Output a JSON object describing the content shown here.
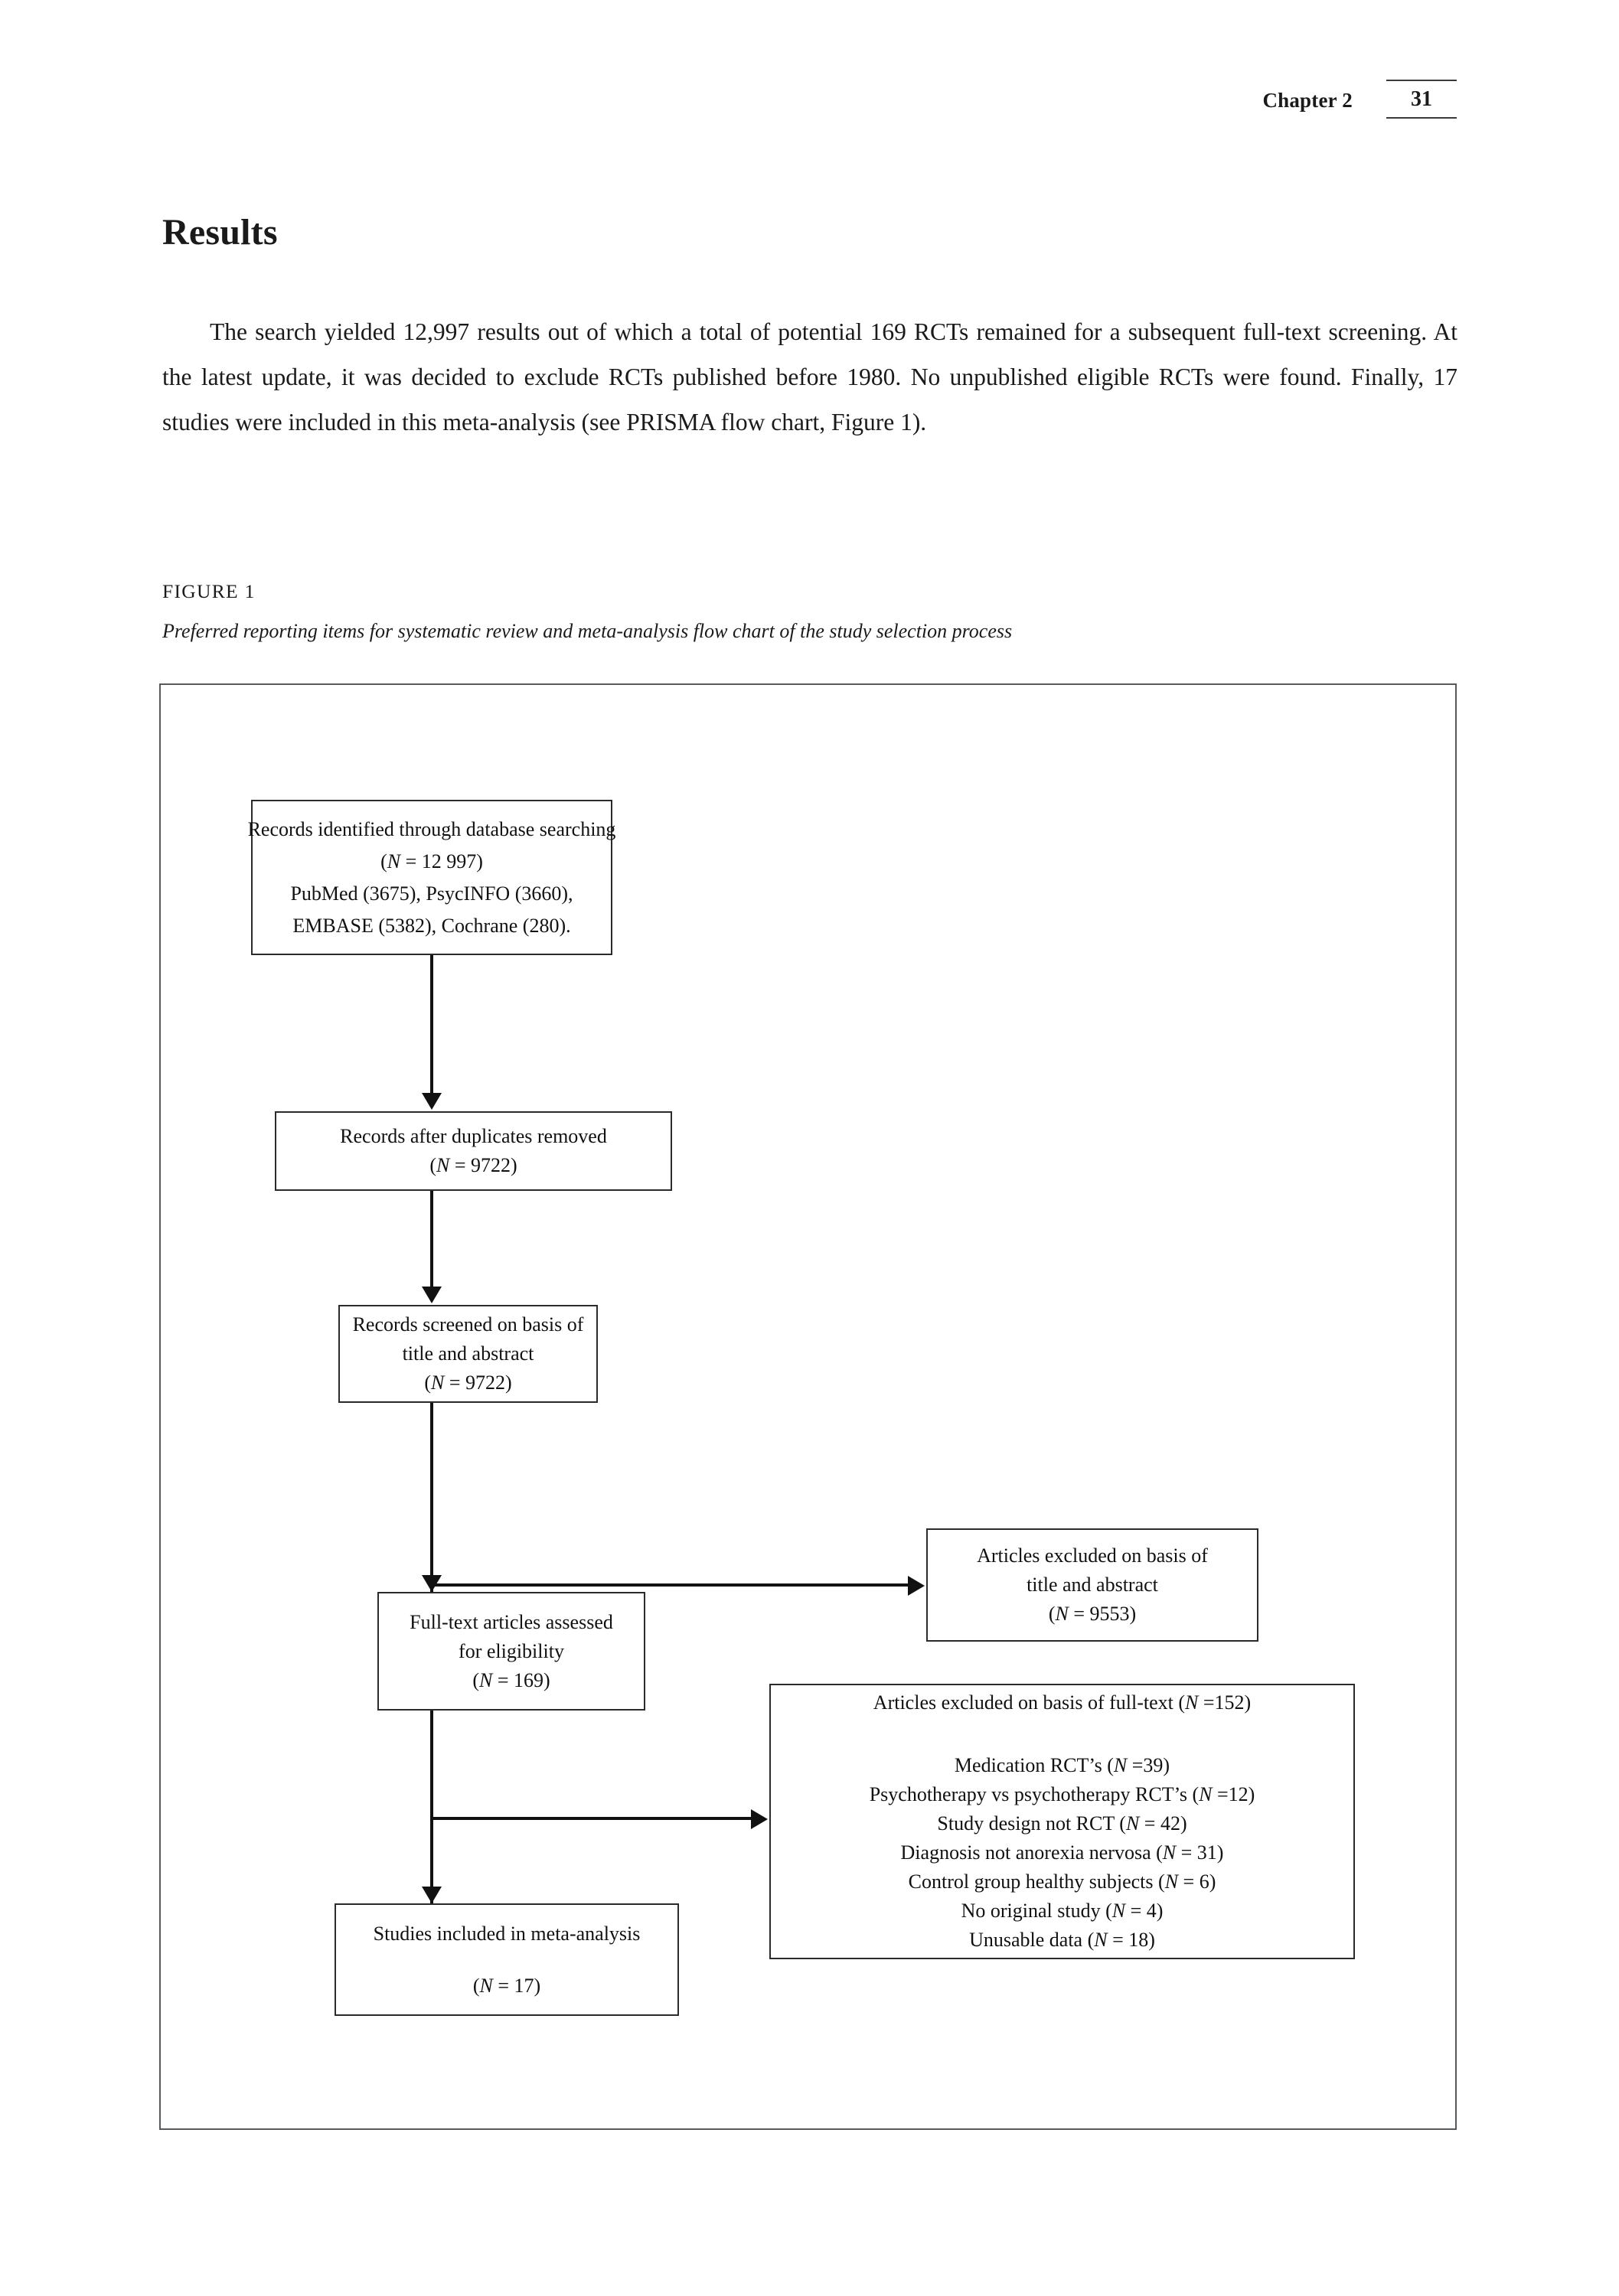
{
  "running_head": {
    "chapter": "Chapter 2",
    "page_number": "31"
  },
  "section": {
    "heading": "Results",
    "paragraph": "The search yielded 12,997 results out of which a total of potential 169 RCTs remained for a subsequent full-text screening. At the latest update, it was decided to exclude RCTs published before 1980. No unpublished eligible RCTs were found. Finally, 17 studies were included in this meta-analysis (see PRISMA flow chart, Figure 1)."
  },
  "figure": {
    "label": "FIGURE 1",
    "caption": "Preferred reporting items for systematic review and meta-analysis flow chart of the study selection process",
    "boxes": {
      "identified": {
        "line1": "Records identified through database searching",
        "line2_prefix": "(",
        "line2_italic": "N",
        "line2_suffix": " = 12 997)",
        "line3": "PubMed (3675), PsycINFO (3660),",
        "line4": "EMBASE (5382), Cochrane (280)."
      },
      "duplicates": {
        "line1": "Records after duplicates removed",
        "line2_prefix": "(",
        "line2_italic": "N",
        "line2_suffix": " = 9722)"
      },
      "screened": {
        "line1": "Records screened on basis of",
        "line2": "title and abstract",
        "line3_prefix": "(",
        "line3_italic": "N",
        "line3_suffix": " = 9722)"
      },
      "excluded_title": {
        "line1": "Articles excluded on basis of",
        "line2": "title and abstract",
        "line3_prefix": "(",
        "line3_italic": "N",
        "line3_suffix": " = 9553)"
      },
      "fulltext": {
        "line1": "Full-text articles assessed",
        "line2": "for eligibility",
        "line3_prefix": "(",
        "line3_italic": "N",
        "line3_suffix": " = 169)"
      },
      "excluded_fulltext": {
        "header_text": "Articles excluded on basis of full-text (",
        "header_italic": "N",
        "header_suffix": " =152)",
        "reasons": [
          {
            "label": "Medication RCT’s  (",
            "italic": "N",
            "suffix": " =39)"
          },
          {
            "label": "Psychotherapy vs psychotherapy RCT’s (",
            "italic": "N",
            "suffix": " =12)"
          },
          {
            "label": "Study design not RCT (",
            "italic": "N",
            "suffix": " = 42)"
          },
          {
            "label": "Diagnosis not anorexia nervosa (",
            "italic": "N",
            "suffix": " = 31)"
          },
          {
            "label": "Control group healthy subjects (",
            "italic": "N",
            "suffix": " = 6)"
          },
          {
            "label": "No original study (",
            "italic": "N",
            "suffix": " = 4)"
          },
          {
            "label": "Unusable data  (",
            "italic": "N",
            "suffix": " = 18)"
          }
        ]
      },
      "included": {
        "line1": "Studies included in meta-analysis",
        "line2_prefix": "(",
        "line2_italic": "N",
        "line2_suffix": "  = 17)"
      }
    }
  },
  "chart_data": {
    "type": "diagram",
    "title": "PRISMA flow chart of the study selection process",
    "nodes": [
      {
        "id": "identified",
        "label": "Records identified through database searching",
        "N": 12997,
        "sources": {
          "PubMed": 3675,
          "PsycINFO": 3660,
          "EMBASE": 5382,
          "Cochrane": 280
        }
      },
      {
        "id": "duplicates",
        "label": "Records after duplicates removed",
        "N": 9722
      },
      {
        "id": "screened",
        "label": "Records screened on basis of title and abstract",
        "N": 9722
      },
      {
        "id": "excluded_title",
        "label": "Articles excluded on basis of title and abstract",
        "N": 9553
      },
      {
        "id": "fulltext",
        "label": "Full-text articles assessed for eligibility",
        "N": 169
      },
      {
        "id": "excluded_fulltext",
        "label": "Articles excluded on basis of full-text",
        "N": 152,
        "breakdown": {
          "Medication RCT's": 39,
          "Psychotherapy vs psychotherapy RCT's": 12,
          "Study design not RCT": 42,
          "Diagnosis not anorexia nervosa": 31,
          "Control group healthy subjects": 6,
          "No original study": 4,
          "Unusable data": 18
        }
      },
      {
        "id": "included",
        "label": "Studies included in meta-analysis",
        "N": 17
      }
    ],
    "edges": [
      {
        "from": "identified",
        "to": "duplicates"
      },
      {
        "from": "duplicates",
        "to": "screened"
      },
      {
        "from": "screened",
        "to": "fulltext"
      },
      {
        "from": "screened",
        "to": "excluded_title"
      },
      {
        "from": "fulltext",
        "to": "included"
      },
      {
        "from": "fulltext",
        "to": "excluded_fulltext"
      }
    ]
  }
}
